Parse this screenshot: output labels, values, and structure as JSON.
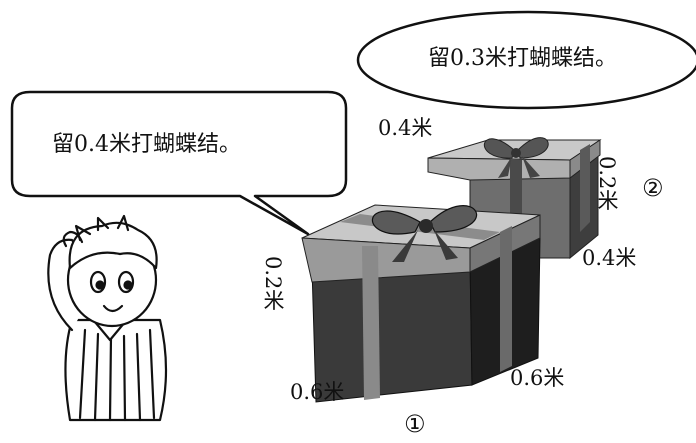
{
  "speech": {
    "left": "留0.4米打蝴蝶结。",
    "right": "留0.3米打蝴蝶结。"
  },
  "box1": {
    "number": "①",
    "height": "0.2米",
    "length": "0.6米",
    "width": "0.6米"
  },
  "box2": {
    "number": "②",
    "length": "0.4米",
    "height": "0.2米",
    "width": "0.4米"
  }
}
